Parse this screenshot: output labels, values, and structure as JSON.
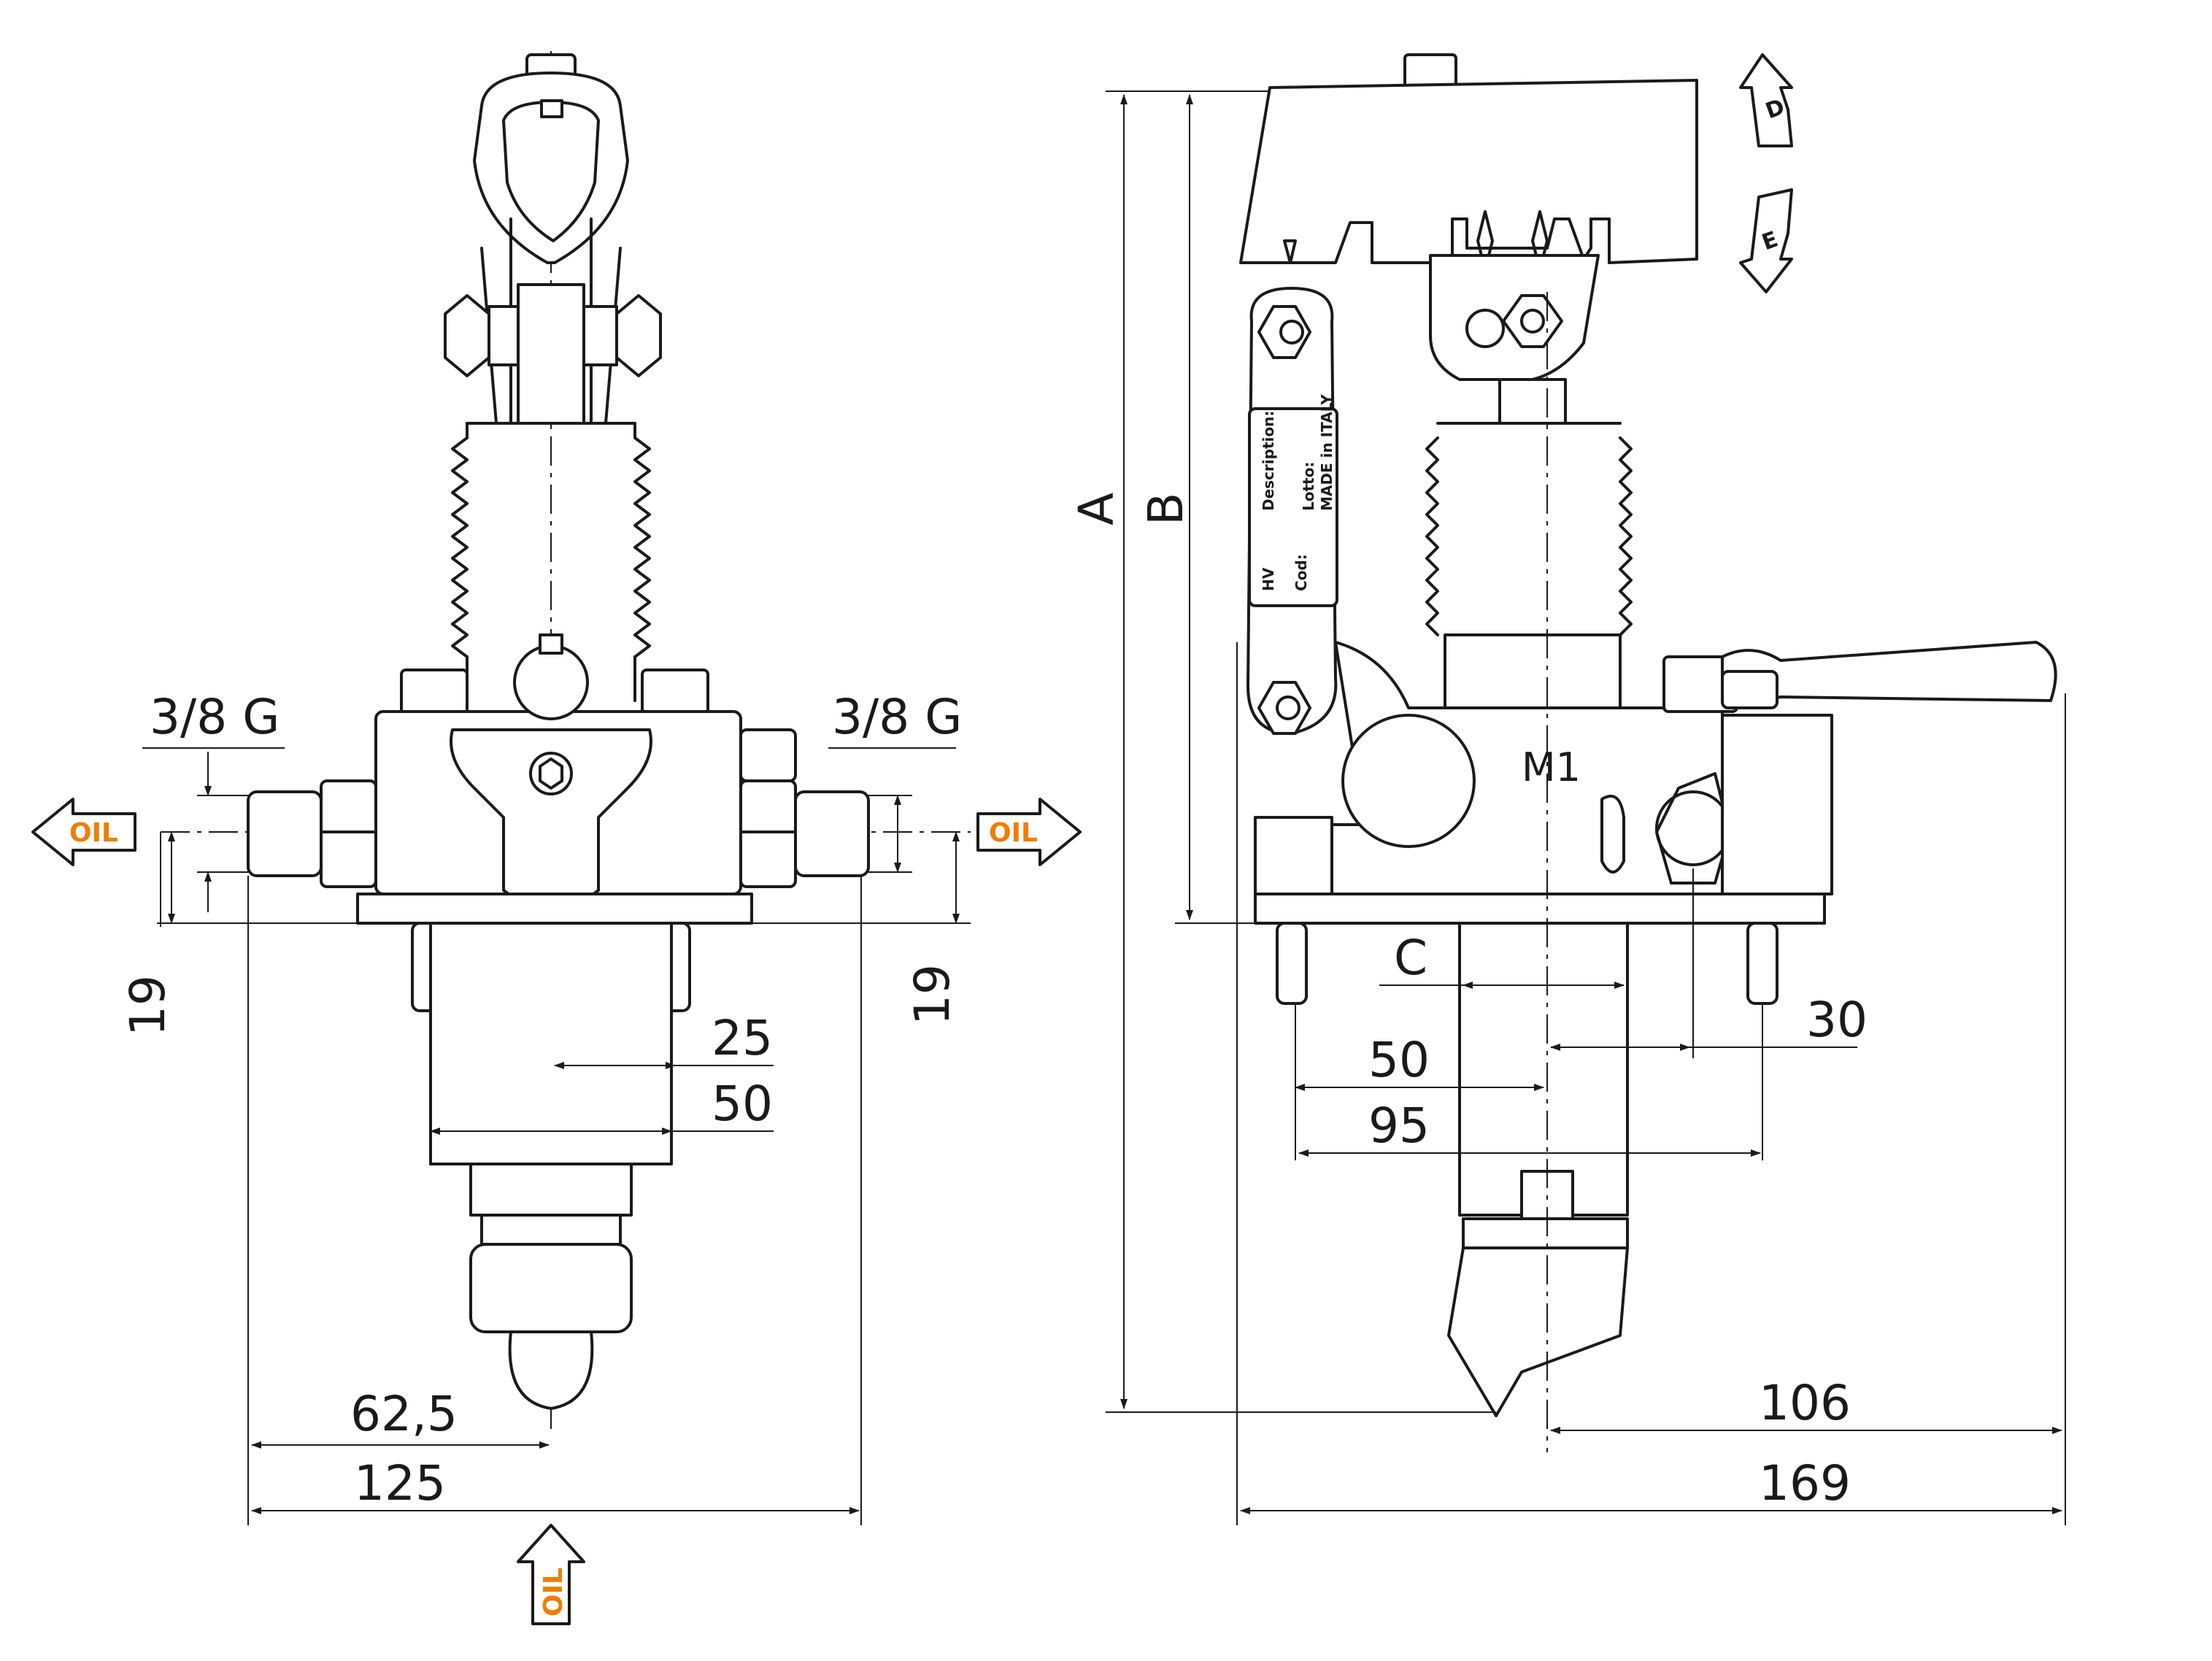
{
  "colors": {
    "line": "#1a1a1a",
    "oil_text": "#f07d00",
    "background": "#ffffff"
  },
  "front_view": {
    "port_left_thread": "3/8 G",
    "port_right_thread": "3/8 G",
    "port_height_left": "19",
    "port_height_right": "19",
    "dim_25": "25",
    "dim_50": "50",
    "dim_62_5": "62,5",
    "dim_125": "125",
    "oil_left": "OIL",
    "oil_right": "OIL",
    "oil_bottom": "OIL"
  },
  "side_view": {
    "dim_A": "A",
    "dim_B": "B",
    "dim_C": "C",
    "dim_30": "30",
    "dim_50": "50",
    "dim_95": "95",
    "dim_106": "106",
    "dim_169": "169",
    "port_label": "M1",
    "arrow_up_letter": "D",
    "arrow_down_letter": "E",
    "nameplate": {
      "logo": "HV",
      "description": "Description:",
      "lotto": "Lotto:",
      "made_in": "MADE in ITALY",
      "cod": "Cod:"
    }
  }
}
